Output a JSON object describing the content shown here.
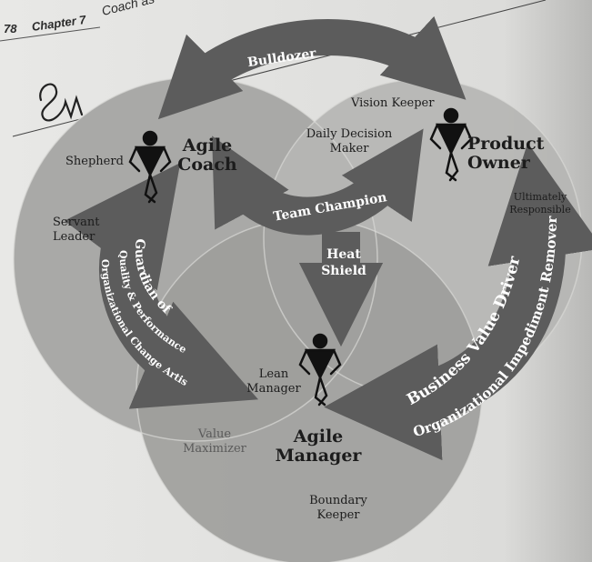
{
  "header": {
    "page_number": "78",
    "chapter_label": "Chapter 7",
    "chapter_title": "Coach as"
  },
  "signature": "SM",
  "roles": {
    "agile_coach": {
      "line1": "Agile",
      "line2": "Coach"
    },
    "product_owner": {
      "line1": "Product",
      "line2": "Owner"
    },
    "agile_manager": {
      "line1": "Agile",
      "line2": "Manager"
    }
  },
  "coach_traits": {
    "shepherd": "Shepherd",
    "servant_leader_1": "Servant",
    "servant_leader_2": "Leader"
  },
  "owner_traits": {
    "vision_keeper": "Vision Keeper",
    "daily_decision_1": "Daily Decision",
    "daily_decision_2": "Maker",
    "ultimately_1": "Ultimately",
    "ultimately_2": "Responsible"
  },
  "manager_traits": {
    "lean_1": "Lean",
    "lean_2": "Manager",
    "value_1": "Value",
    "value_2": "Maximizer",
    "boundary_1": "Boundary",
    "boundary_2": "Keeper"
  },
  "arrows": {
    "bulldozer": "Bulldozer",
    "team_champion": "Team Champion",
    "heat_shield_1": "Heat",
    "heat_shield_2": "Shield",
    "guardian_1": "Guardian of",
    "guardian_2": "Quality & Performance",
    "guardian_3": "Organizational Change Artist",
    "business_value": "Business Value Driver",
    "impediment": "Organizational Impediment Remover"
  },
  "colors": {
    "page": "#e2e2e0",
    "circle_coach": "#a9a9a7",
    "circle_owner": "#b6b6b4",
    "circle_manager": "#9d9d9b",
    "arrow": "#5c5c5c",
    "figure": "#111111"
  }
}
